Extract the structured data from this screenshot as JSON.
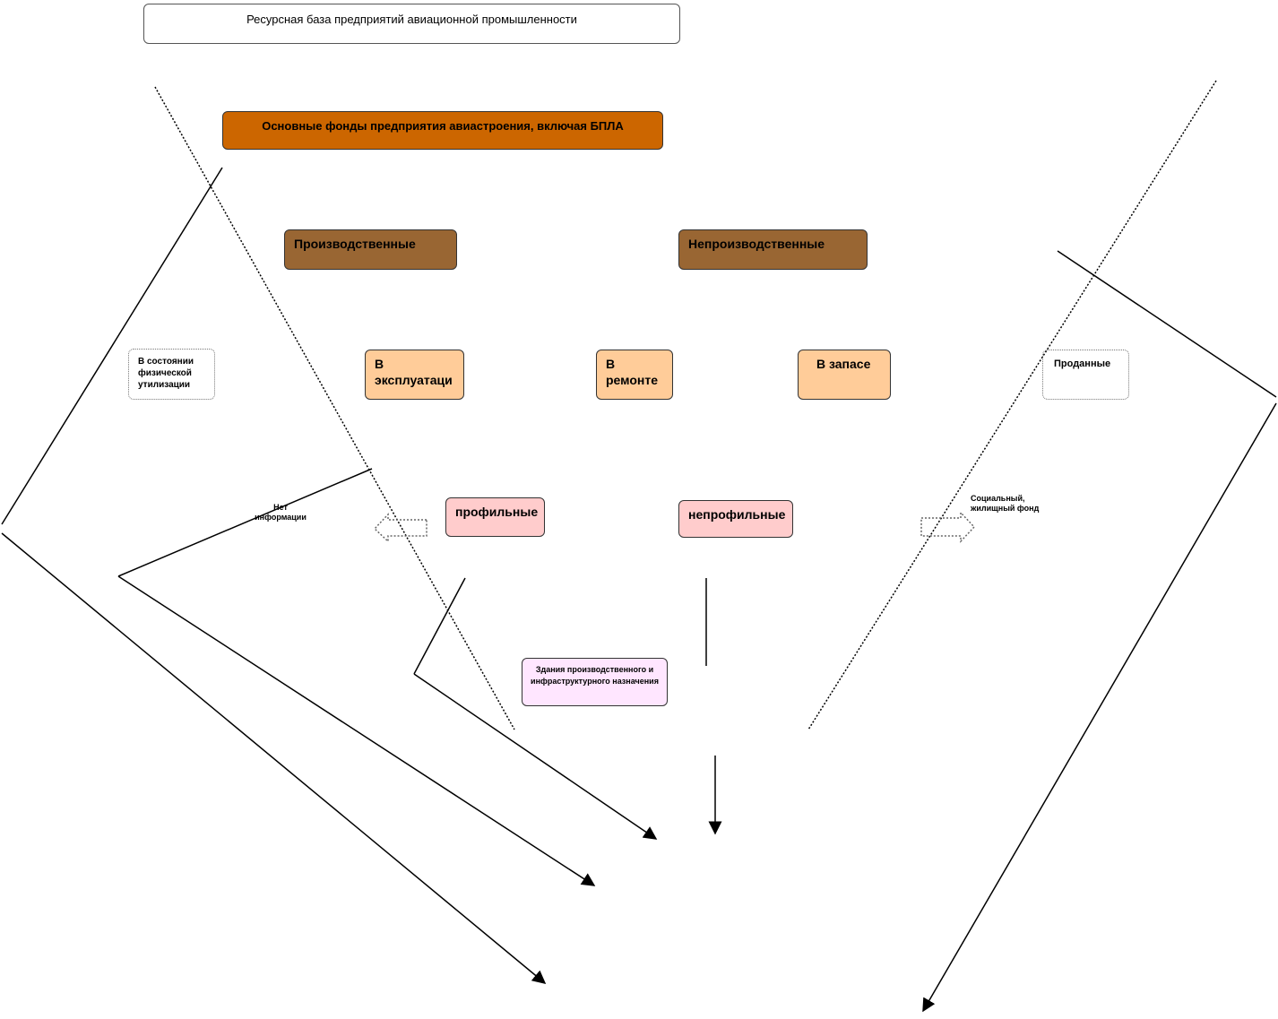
{
  "title": "Ресурсная база предприятий авиационной промышленности",
  "main_funds": "Основные фонды предприятия авиастроения, включая БПЛА",
  "production": "Производственные",
  "nonproduction": "Непроизводственные",
  "utilization": "В состоянии физической утилизации",
  "in_use": "В эксплуатаци",
  "repair": "В ремонте",
  "reserve": "В запасе",
  "sold": "Проданные",
  "core": "профильные",
  "noncore": "непрофильные",
  "no_info": "Нет информации",
  "social": "Социальный, жилищный фонд",
  "buildings": "Здания производственного и инфраструктурного назначения",
  "colors": {
    "main": "#cc6600",
    "brown": "#996633",
    "peach": "#ffcc99",
    "pink": "#ffcccc",
    "lilac": "#ffe6ff"
  }
}
